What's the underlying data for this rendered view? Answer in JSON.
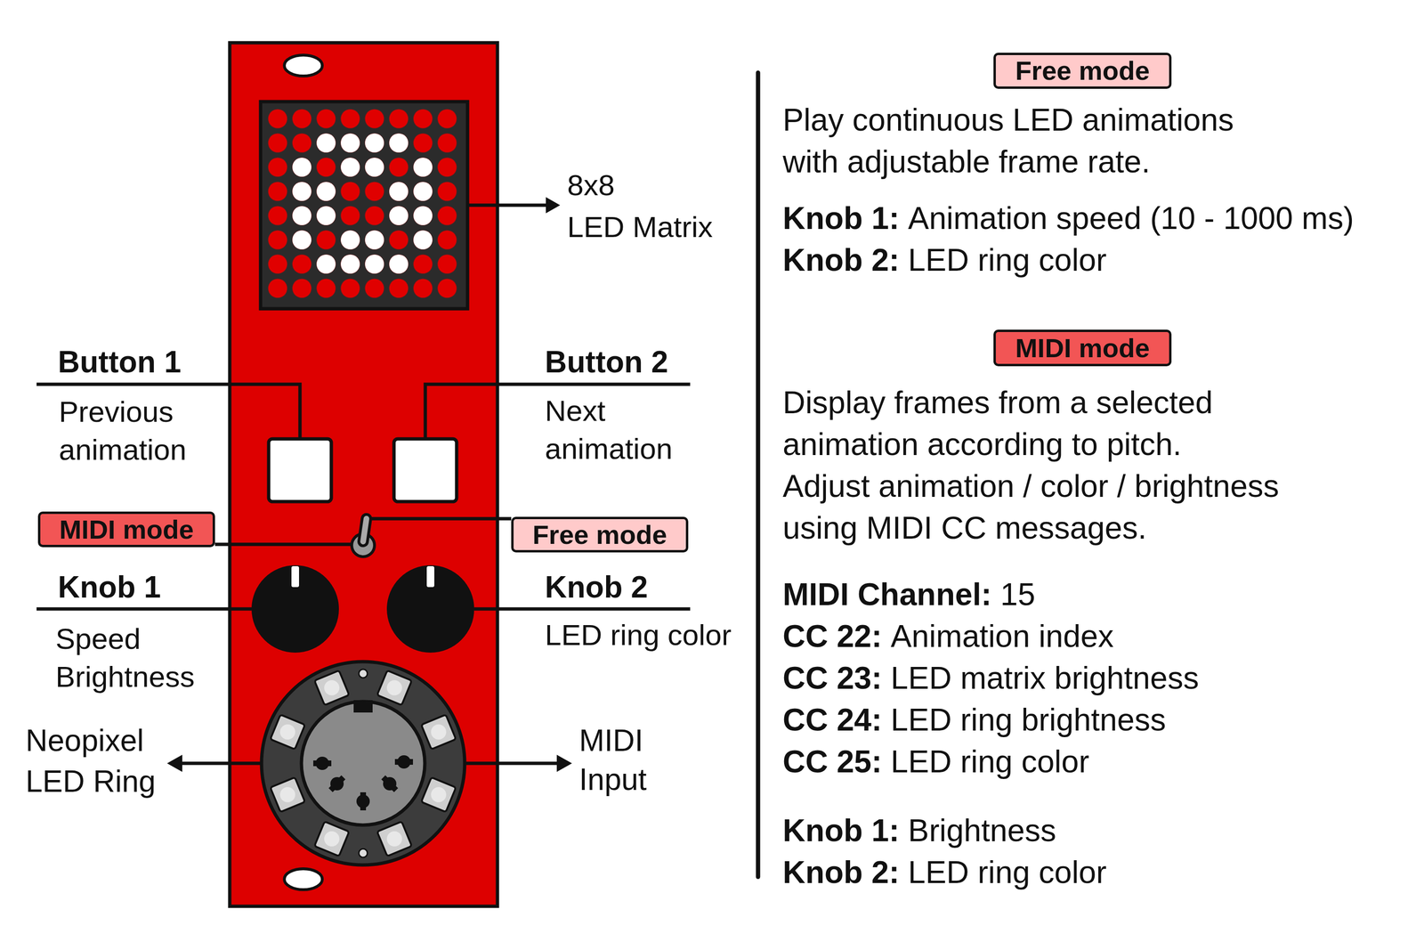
{
  "diagram": {
    "nodes": [
      {
        "text": [
          "MIDI mode"
        ]
      },
      {
        "text": [
          "Free mode"
        ]
      },
      {
        "text": [
          "Free mode"
        ]
      },
      {
        "text": [
          "MIDI mode"
        ]
      }
    ],
    "labels": [
      "8x8 LED Matrix",
      "Button 1",
      "Previous animation",
      "Button 2",
      "Next animation",
      "Knob 1",
      "Speed Brightness",
      "Knob 2",
      "LED ring color",
      "Neopixel LED Ring",
      "MIDI Input",
      "Play continuous LED animations with adjustable frame rate.",
      "Knob 1:",
      "Animation speed (10 - 1000 ms)",
      "Knob 2:",
      "LED ring color",
      "Display frames from a selected animation according to pitch. Adjust animation / color / brightness using MIDI CC messages.",
      "MIDI Channel:",
      "15",
      "CC 22:",
      "Animation index",
      "CC 23:",
      "LED matrix brightness",
      "CC 24:",
      "LED ring brightness",
      "CC 25:",
      "LED ring color",
      "Knob 1:",
      "Brightness",
      "Knob 2:",
      "LED ring color"
    ]
  }
}
